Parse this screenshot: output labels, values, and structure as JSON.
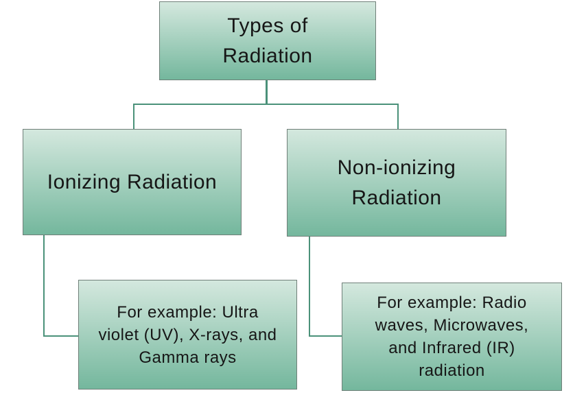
{
  "diagram": {
    "title": "Types of Radiation",
    "type": "hierarchy",
    "nodes": {
      "root": {
        "label": "Types of Radiation",
        "lines": [
          "Types of",
          "Radiation"
        ]
      },
      "ionizing": {
        "label": "Ionizing Radiation",
        "lines": [
          "Ionizing Radiation"
        ]
      },
      "non_ionizing": {
        "label": "Non-ionizing Radiation",
        "lines": [
          "Non-ionizing",
          "Radiation"
        ]
      },
      "ionizing_examples": {
        "label": "For example: Ultra violet (UV), X-rays, and Gamma rays",
        "lines": [
          "For example: Ultra",
          "violet (UV), X-rays, and",
          "Gamma rays"
        ]
      },
      "non_ionizing_examples": {
        "label": "For example: Radio waves, Microwaves, and Infrared (IR) radiation",
        "lines": [
          "For example: Radio",
          "waves, Microwaves,",
          "and Infrared (IR)",
          "radiation"
        ]
      }
    },
    "edges": [
      {
        "from": "root",
        "to": "ionizing"
      },
      {
        "from": "root",
        "to": "non_ionizing"
      },
      {
        "from": "ionizing",
        "to": "ionizing_examples"
      },
      {
        "from": "non_ionizing",
        "to": "non_ionizing_examples"
      }
    ],
    "colors": {
      "box_gradient_top": "#d4e8de",
      "box_gradient_bottom": "#74b79d",
      "box_border": "#6f7f78",
      "connector": "#4a9179",
      "text": "#161616",
      "background": "#ffffff"
    }
  }
}
